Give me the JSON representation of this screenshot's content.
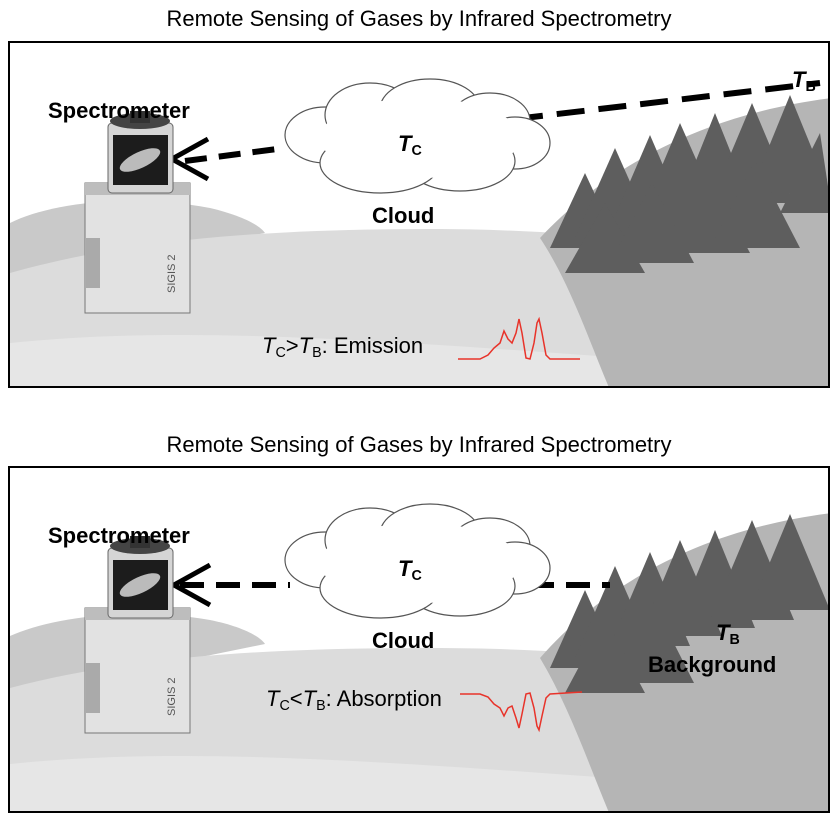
{
  "panels": [
    {
      "title": "Remote Sensing of Gases by Infrared Spectrometry",
      "spectrometer_label": "Spectrometer",
      "instrument_text": "SIGIS 2",
      "cloud_label": "Cloud",
      "cloud_temp": {
        "symbol": "T",
        "sub": "C"
      },
      "background_temp": {
        "symbol": "T",
        "sub": "B"
      },
      "background_label": "",
      "condition": {
        "t1": "T",
        "s1": "C",
        "op": ">",
        "t2": "T",
        "s2": "B",
        "text": ": Emission"
      },
      "spectrum": "emission"
    },
    {
      "title": "Remote Sensing of Gases by Infrared Spectrometry",
      "spectrometer_label": "Spectrometer",
      "instrument_text": "SIGIS 2",
      "cloud_label": "Cloud",
      "cloud_temp": {
        "symbol": "T",
        "sub": "C"
      },
      "background_temp": {
        "symbol": "T",
        "sub": "B"
      },
      "background_label": "Background",
      "condition": {
        "t1": "T",
        "s1": "C",
        "op": "<",
        "t2": "T",
        "s2": "B",
        "text": ": Absorption"
      },
      "spectrum": "absorption"
    }
  ],
  "colors": {
    "spectrum": "#e8332a",
    "line": "#000000",
    "forest": "#6a6a6a",
    "ground": "#d6d6d6"
  }
}
